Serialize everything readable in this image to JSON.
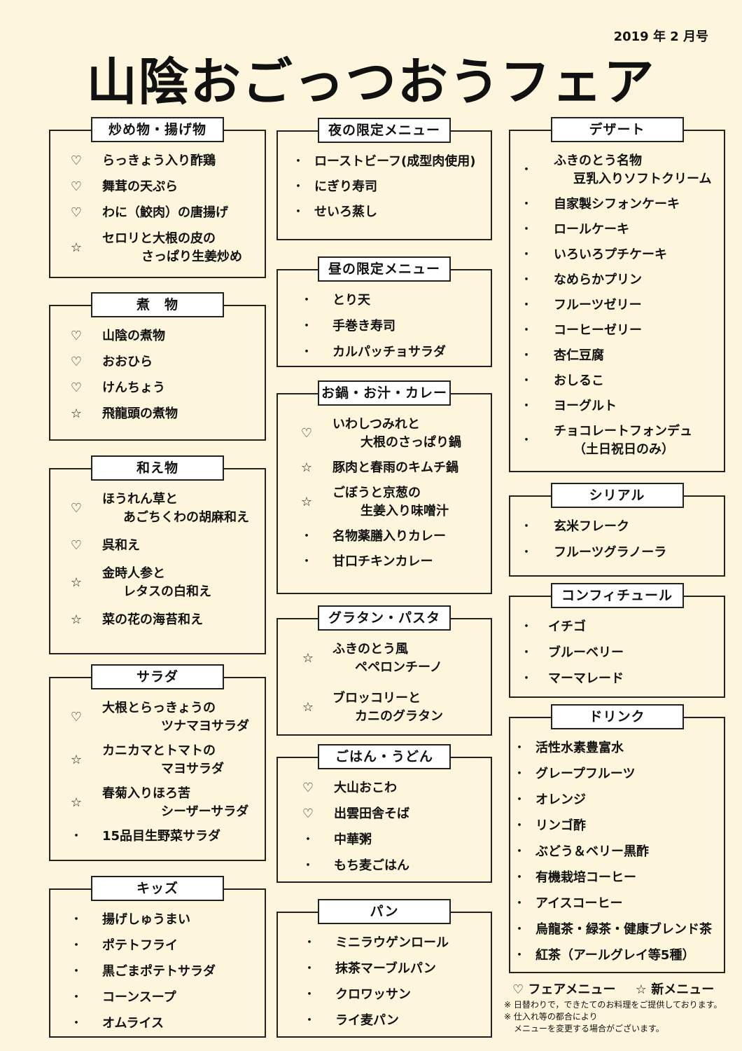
{
  "issue": "2019 年 2 月号",
  "title": "山陰おごっつおうフェア",
  "sections": {
    "itame": {
      "title": "炒め物・揚げ物",
      "items": [
        {
          "mark": "♡",
          "line1": "らっきょう入り酢鶏"
        },
        {
          "mark": "♡",
          "line1": "舞茸の天ぷら"
        },
        {
          "mark": "♡",
          "line1": "わに（鮫肉）の唐揚げ"
        },
        {
          "mark": "☆",
          "line1": "セロリと大根の皮の",
          "line2": "さっぱり生姜炒め"
        }
      ]
    },
    "nimono": {
      "title": "煮　物",
      "items": [
        {
          "mark": "♡",
          "line1": "山陰の煮物"
        },
        {
          "mark": "♡",
          "line1": "おおひら"
        },
        {
          "mark": "♡",
          "line1": "けんちょう"
        },
        {
          "mark": "☆",
          "line1": "飛龍頭の煮物"
        }
      ]
    },
    "aemono": {
      "title": "和え物",
      "items": [
        {
          "mark": "♡",
          "line1": "ほうれん草と",
          "line2": "あごちくわの胡麻和え"
        },
        {
          "mark": "♡",
          "line1": "呉和え"
        },
        {
          "mark": "☆",
          "line1": "金時人参と",
          "line2": "レタスの白和え"
        },
        {
          "mark": "☆",
          "line1": "菜の花の海苔和え"
        }
      ]
    },
    "salad": {
      "title": "サラダ",
      "items": [
        {
          "mark": "♡",
          "line1": "大根とらっきょうの",
          "line2": "ツナマヨサラダ"
        },
        {
          "mark": "☆",
          "line1": "カニカマとトマトの",
          "line2": "マヨサラダ"
        },
        {
          "mark": "☆",
          "line1": "春菊入りほろ苦",
          "line2": "シーザーサラダ"
        },
        {
          "mark": "・",
          "line1": "15品目生野菜サラダ"
        }
      ]
    },
    "kids": {
      "title": "キッズ",
      "items": [
        {
          "mark": "・",
          "line1": "揚げしゅうまい"
        },
        {
          "mark": "・",
          "line1": "ポテトフライ"
        },
        {
          "mark": "・",
          "line1": "黒ごまポテトサラダ"
        },
        {
          "mark": "・",
          "line1": "コーンスープ"
        },
        {
          "mark": "・",
          "line1": "オムライス"
        }
      ]
    },
    "yoru": {
      "title": "夜の限定メニュー",
      "items": [
        {
          "mark": "・",
          "line1": "ローストビーフ(成型肉使用)"
        },
        {
          "mark": "・",
          "line1": "にぎり寿司"
        },
        {
          "mark": "・",
          "line1": "せいろ蒸し"
        }
      ]
    },
    "hiru": {
      "title": "昼の限定メニュー",
      "items": [
        {
          "mark": "・",
          "line1": "とり天"
        },
        {
          "mark": "・",
          "line1": "手巻き寿司"
        },
        {
          "mark": "・",
          "line1": "カルパッチョサラダ"
        }
      ]
    },
    "nabe": {
      "title": "お鍋・お汁・カレー",
      "items": [
        {
          "mark": "♡",
          "line1": "いわしつみれと",
          "line2": "大根のさっぱり鍋"
        },
        {
          "mark": "☆",
          "line1": "豚肉と春雨のキムチ鍋"
        },
        {
          "mark": "☆",
          "line1": "ごぼうと京葱の",
          "line2": "生姜入り味噌汁"
        },
        {
          "mark": "・",
          "line1": "名物薬膳入りカレー"
        },
        {
          "mark": "・",
          "line1": "甘口チキンカレー"
        }
      ]
    },
    "gratin": {
      "title": "グラタン・パスタ",
      "items": [
        {
          "mark": "☆",
          "line1": "ふきのとう風",
          "line2": "ペペロンチーノ"
        },
        {
          "mark": "☆",
          "line1": "ブロッコリーと",
          "line2": "カニのグラタン"
        }
      ]
    },
    "gohan": {
      "title": "ごはん・うどん",
      "items": [
        {
          "mark": "♡",
          "line1": "大山おこわ"
        },
        {
          "mark": "♡",
          "line1": "出雲田舎そば"
        },
        {
          "mark": "・",
          "line1": "中華粥"
        },
        {
          "mark": "・",
          "line1": "もち麦ごはん"
        }
      ]
    },
    "pan": {
      "title": "パン",
      "items": [
        {
          "mark": "・",
          "line1": "ミニラウゲンロール"
        },
        {
          "mark": "・",
          "line1": "抹茶マーブルパン"
        },
        {
          "mark": "・",
          "line1": "クロワッサン"
        },
        {
          "mark": "・",
          "line1": "ライ麦パン"
        }
      ]
    },
    "dessert": {
      "title": "デザート",
      "items": [
        {
          "mark": "・",
          "line1": "ふきのとう名物",
          "line2": "豆乳入りソフトクリーム"
        },
        {
          "mark": "・",
          "line1": "自家製シフォンケーキ"
        },
        {
          "mark": "・",
          "line1": "ロールケーキ"
        },
        {
          "mark": "・",
          "line1": "いろいろプチケーキ"
        },
        {
          "mark": "・",
          "line1": "なめらかプリン"
        },
        {
          "mark": "・",
          "line1": "フルーツゼリー"
        },
        {
          "mark": "・",
          "line1": "コーヒーゼリー"
        },
        {
          "mark": "・",
          "line1": "杏仁豆腐"
        },
        {
          "mark": "・",
          "line1": "おしるこ"
        },
        {
          "mark": "・",
          "line1": "ヨーグルト"
        },
        {
          "mark": "・",
          "line1": "チョコレートフォンデュ",
          "line2": "（土日祝日のみ）"
        }
      ]
    },
    "cereal": {
      "title": "シリアル",
      "items": [
        {
          "mark": "・",
          "line1": "玄米フレーク"
        },
        {
          "mark": "・",
          "line1": "フルーツグラノーラ"
        }
      ]
    },
    "confiture": {
      "title": "コンフィチュール",
      "items": [
        {
          "mark": "・",
          "line1": "イチゴ"
        },
        {
          "mark": "・",
          "line1": "ブルーベリー"
        },
        {
          "mark": "・",
          "line1": "マーマレード"
        }
      ]
    },
    "drink": {
      "title": "ドリンク",
      "items": [
        {
          "mark": "・",
          "line1": "活性水素豊富水"
        },
        {
          "mark": "・",
          "line1": "グレープフルーツ"
        },
        {
          "mark": "・",
          "line1": "オレンジ"
        },
        {
          "mark": "・",
          "line1": "リンゴ酢"
        },
        {
          "mark": "・",
          "line1": "ぶどう＆ベリー黒酢"
        },
        {
          "mark": "・",
          "line1": "有機栽培コーヒー"
        },
        {
          "mark": "・",
          "line1": "アイスコーヒー"
        },
        {
          "mark": "・",
          "line1": "烏龍茶・緑茶・健康ブレンド茶"
        },
        {
          "mark": "・",
          "line1": "紅茶（アールグレイ等5種）"
        }
      ]
    }
  },
  "legend": {
    "fair": "♡ フェアメニュー",
    "new": "☆ 新メニュー"
  },
  "notes": [
    "※ 日替わりで，できたてのお料理をご提供しております。",
    "※ 仕入れ等の都合により",
    "メニューを変更する場合がございます。"
  ]
}
